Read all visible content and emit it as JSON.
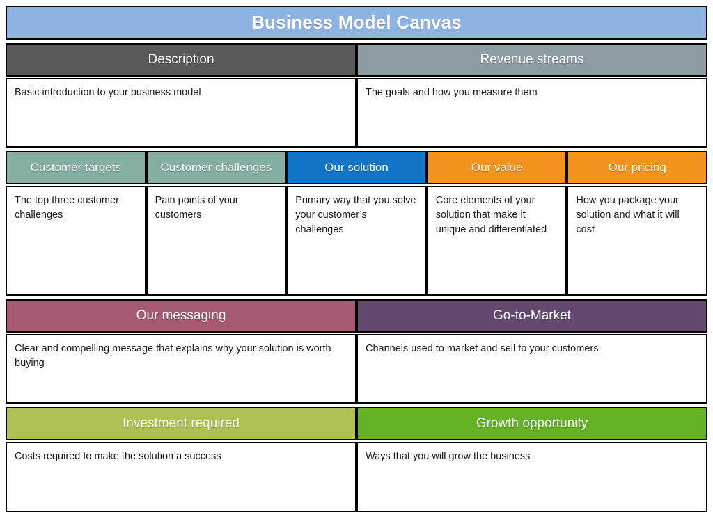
{
  "canvas": {
    "title": "Business Model Canvas",
    "title_color": "#8FB4E3",
    "border_color": "#000000",
    "background": "#FFFFFF"
  },
  "rows": [
    {
      "id": "row-overview",
      "cells": [
        {
          "key": "description",
          "header": "Description",
          "header_color": "#595959",
          "body": "Basic introduction to your business model"
        },
        {
          "key": "revenue-streams",
          "header": "Revenue streams",
          "header_color": "#8E9CA3",
          "body": "The goals and how you measure them"
        }
      ]
    },
    {
      "id": "row-solution",
      "cells": [
        {
          "key": "customer-targets",
          "header": "Customer targets",
          "header_color": "#86AFA3",
          "body": "The top three customer challenges"
        },
        {
          "key": "customer-challenges",
          "header": "Customer challenges",
          "header_color": "#86AFA3",
          "body": "Pain points of your customers"
        },
        {
          "key": "our-solution",
          "header": "Our solution",
          "header_color": "#1276C8",
          "body": "Primary way that you solve your customer’s challenges"
        },
        {
          "key": "our-value",
          "header": "Our value",
          "header_color": "#F4941F",
          "body": "Core elements of your solution that make it unique and differentiated"
        },
        {
          "key": "our-pricing",
          "header": "Our pricing",
          "header_color": "#F4941F",
          "body": "How you package your solution and what it will cost"
        }
      ]
    },
    {
      "id": "row-market",
      "cells": [
        {
          "key": "our-messaging",
          "header": "Our messaging",
          "header_color": "#A55A70",
          "body": "Clear and compelling message that explains why your solution is worth buying"
        },
        {
          "key": "go-to-market",
          "header": "Go-to-Market",
          "header_color": "#63496F",
          "body": "Channels used to market and sell to your customers"
        }
      ]
    },
    {
      "id": "row-growth",
      "cells": [
        {
          "key": "investment-required",
          "header": "Investment required",
          "header_color": "#AFC055",
          "body": "Costs required to make the solution a success"
        },
        {
          "key": "growth-opportunity",
          "header": "Growth opportunity",
          "header_color": "#63B324",
          "body": "Ways that you will grow the business"
        }
      ]
    }
  ]
}
